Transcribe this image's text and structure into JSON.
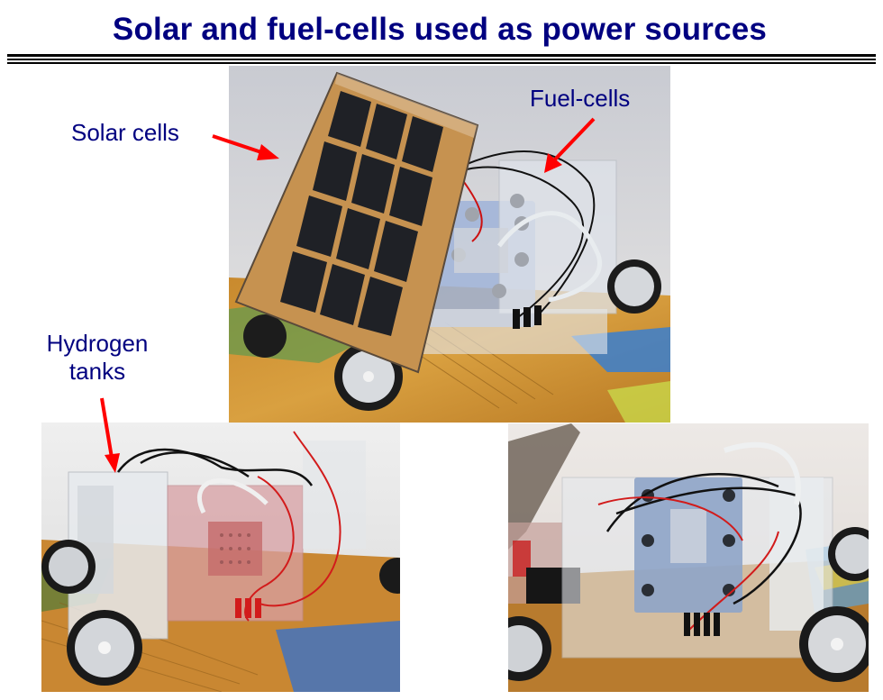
{
  "title": "Solar and fuel-cells used as power sources",
  "labels": {
    "solar_cells": "Solar cells",
    "fuel_cells": "Fuel-cells",
    "hydrogen_line1": "Hydrogen",
    "hydrogen_line2": "tanks"
  },
  "photos": [
    {
      "name": "photo-top",
      "subject": "Model car with tilted solar panel and fuel-cell stack on circuit-board floor"
    },
    {
      "name": "photo-bottom-left",
      "subject": "Model car side view showing hydrogen tanks and red wiring"
    },
    {
      "name": "photo-bottom-right",
      "subject": "Model car rear view showing fuel-cell stack with black wiring"
    }
  ],
  "colors": {
    "title": "#000080",
    "label": "#000080",
    "arrow": "#ff0000",
    "rule": "#000000"
  }
}
